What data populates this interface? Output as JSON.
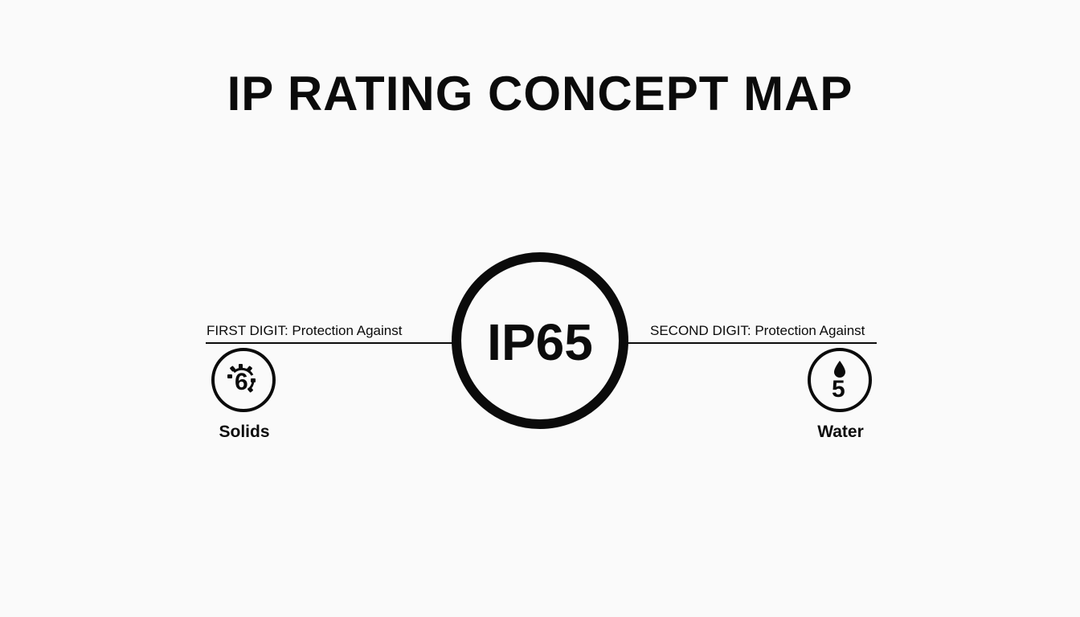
{
  "title": "IP RATING CONCEPT MAP",
  "center": {
    "code": "IP65"
  },
  "first_digit": {
    "heading": "FIRST DIGIT: Protection Against",
    "digit": "6",
    "icon": "gear-icon",
    "caption": "Solids"
  },
  "second_digit": {
    "heading": "SECOND DIGIT: Protection Against",
    "digit": "5",
    "icon": "water-drop-icon",
    "caption": "Water"
  },
  "colors": {
    "ink": "#0b0b0b",
    "background": "#fafafa"
  }
}
